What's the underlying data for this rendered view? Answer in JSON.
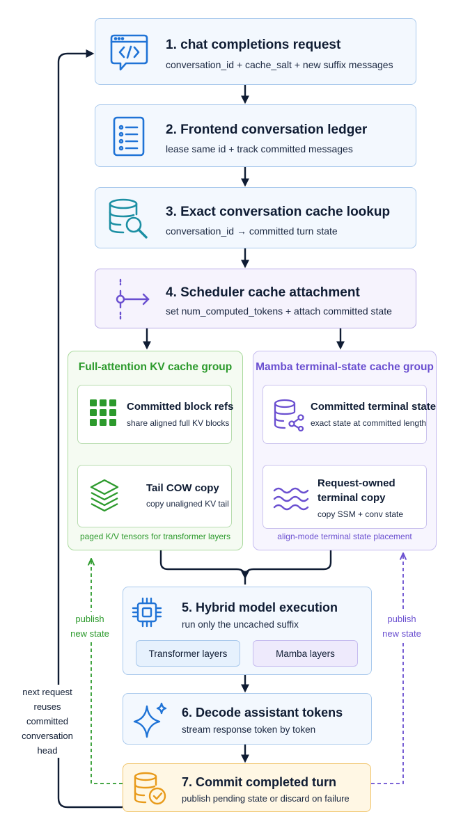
{
  "steps": [
    {
      "title": "1. chat completions request",
      "subtitle": "conversation_id + cache_salt + new suffix messages",
      "icon": "code-window-icon"
    },
    {
      "title": "2. Frontend conversation ledger",
      "subtitle": "lease same id + track committed messages",
      "icon": "list-icon"
    },
    {
      "title": "3. Exact conversation cache lookup",
      "subtitle": "conversation_id → committed turn state",
      "icon": "database-search-icon"
    },
    {
      "title": "4. Scheduler cache attachment",
      "subtitle": "set num_computed_tokens + attach committed state",
      "icon": "attach-arrow-icon"
    },
    {
      "title": "5. Hybrid model execution",
      "subtitle": "run only the uncached suffix",
      "icon": "chip-icon"
    },
    {
      "title": "6. Decode assistant tokens",
      "subtitle": "stream response token by token",
      "icon": "sparkle-icon"
    },
    {
      "title": "7. Commit completed turn",
      "subtitle": "publish pending state or discard on failure",
      "icon": "database-check-icon"
    }
  ],
  "kv_group": {
    "title": "Full-attention KV cache group",
    "footer": "paged K/V tensors for transformer layers",
    "items": [
      {
        "title": "Committed block refs",
        "subtitle": "share aligned full KV blocks",
        "icon": "block-grid-icon"
      },
      {
        "title": "Tail COW copy",
        "subtitle": "copy unaligned KV tail",
        "icon": "layers-icon"
      }
    ]
  },
  "mamba_group": {
    "title": "Mamba terminal-state cache group",
    "footer": "align-mode terminal state placement",
    "items": [
      {
        "title": "Committed terminal state",
        "subtitle": "exact state at committed length",
        "icon": "database-share-icon"
      },
      {
        "title": "Request-owned\nterminal copy",
        "subtitle": "copy SSM + conv state",
        "icon": "waves-icon"
      }
    ]
  },
  "layers": {
    "transformer": "Transformer layers",
    "mamba": "Mamba layers"
  },
  "side_labels": {
    "publish_left": "publish\nnew state",
    "publish_right": "publish\nnew state",
    "loop": "next request\nreuses\ncommitted\nconversation\nhead"
  },
  "colors": {
    "navy": "#0f1c33",
    "blue": "#1f73d6",
    "teal": "#1b8fa3",
    "purple": "#6a4fd0",
    "green": "#2c9a2c",
    "orange": "#e89a1a"
  }
}
